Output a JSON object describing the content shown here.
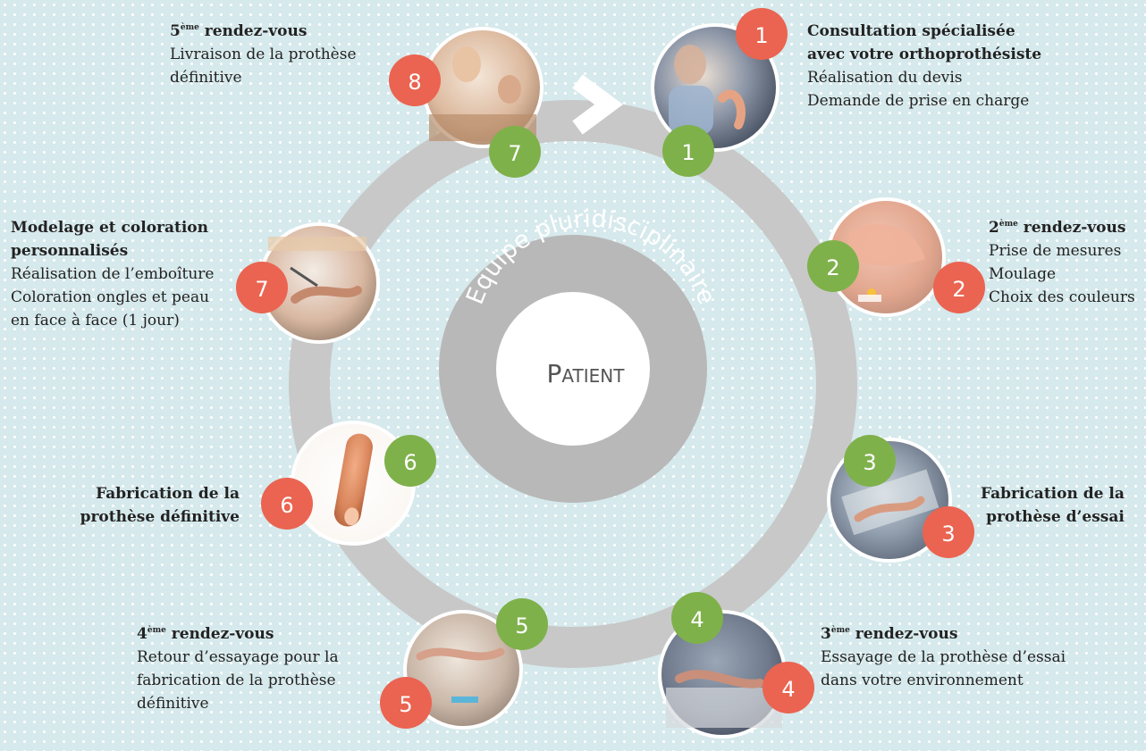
{
  "center": {
    "ring_label": "Equipe pluridisciplinaire",
    "core_label": "Patient"
  },
  "colors": {
    "background": "#d6e9ec",
    "ring": "#c8c8c8",
    "center_ring": "#b8b8b8",
    "red_badge": "#ea6451",
    "green_badge": "#7fb14b"
  },
  "steps": [
    {
      "red_badge": "1",
      "green_badge": "1",
      "title": [
        "Consultation spécialisée",
        "avec votre orthoprothésiste"
      ],
      "lines": [
        "Réalisation du devis",
        "Demande de prise en charge"
      ]
    },
    {
      "red_badge": "2",
      "green_badge": "2",
      "title_prefix": "2",
      "title_sup": "ème",
      "title_suffix": " rendez-vous",
      "lines": [
        "Prise de mesures",
        "Moulage",
        "Choix des couleurs"
      ]
    },
    {
      "red_badge": "3",
      "green_badge": "3",
      "title": [
        "Fabrication de la",
        "prothèse d’essai"
      ]
    },
    {
      "red_badge": "4",
      "green_badge": "4",
      "title_prefix": "3",
      "title_sup": "ème",
      "title_suffix": " rendez-vous",
      "lines": [
        "Essayage de la prothèse d’essai",
        "dans votre environnement"
      ]
    },
    {
      "red_badge": "5",
      "green_badge": "5",
      "title_prefix": "4",
      "title_sup": "ème",
      "title_suffix": " rendez-vous",
      "lines": [
        "Retour d’essayage pour la",
        "fabrication de la prothèse",
        "définitive"
      ]
    },
    {
      "red_badge": "6",
      "green_badge": "6",
      "title": [
        "Fabrication de la",
        "prothèse définitive"
      ]
    },
    {
      "red_badge": "7",
      "title": [
        "Modelage et coloration",
        "personnalisés"
      ],
      "lines": [
        "Réalisation de l’emboîture",
        "Coloration ongles et peau",
        "en face à face (1 jour)"
      ]
    },
    {
      "red_badge": "8",
      "green_badge": "7",
      "title_prefix": "5",
      "title_sup": "ème",
      "title_suffix": " rendez-vous",
      "lines": [
        "Livraison de la prothèse",
        "définitive"
      ]
    }
  ]
}
